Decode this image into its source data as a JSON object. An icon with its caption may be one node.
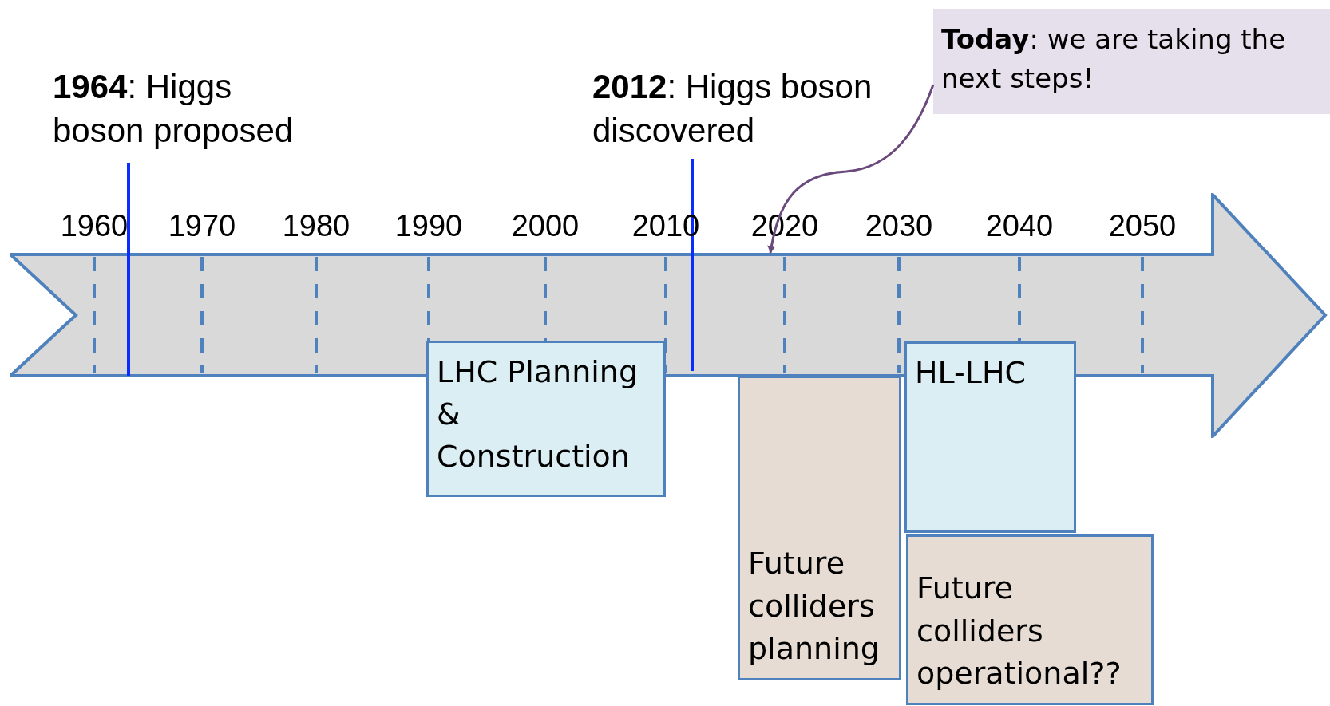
{
  "diagram": {
    "nodes": [
      {
        "text": [],
        "shape": "arrow"
      },
      {
        "text": [
          "**Today**: we are taking the next steps!"
        ]
      },
      {
        "text": [
          "LHC Planning & Construction"
        ]
      },
      {
        "text": [
          "HL-LHC"
        ]
      },
      {
        "text": [
          "Future colliders planning"
        ]
      },
      {
        "text": [
          "Future colliders operational??"
        ]
      }
    ],
    "edges": [
      {
        "from": 1,
        "to": 0,
        "arrow": "to"
      }
    ],
    "labels": [
      "**1964**: Higgs boson proposed",
      "**2012**: Higgs boson discovered",
      "1960",
      "1970",
      "1980",
      "1990",
      "2000",
      "2010",
      "2020",
      "2030",
      "2040",
      "2050"
    ]
  }
}
